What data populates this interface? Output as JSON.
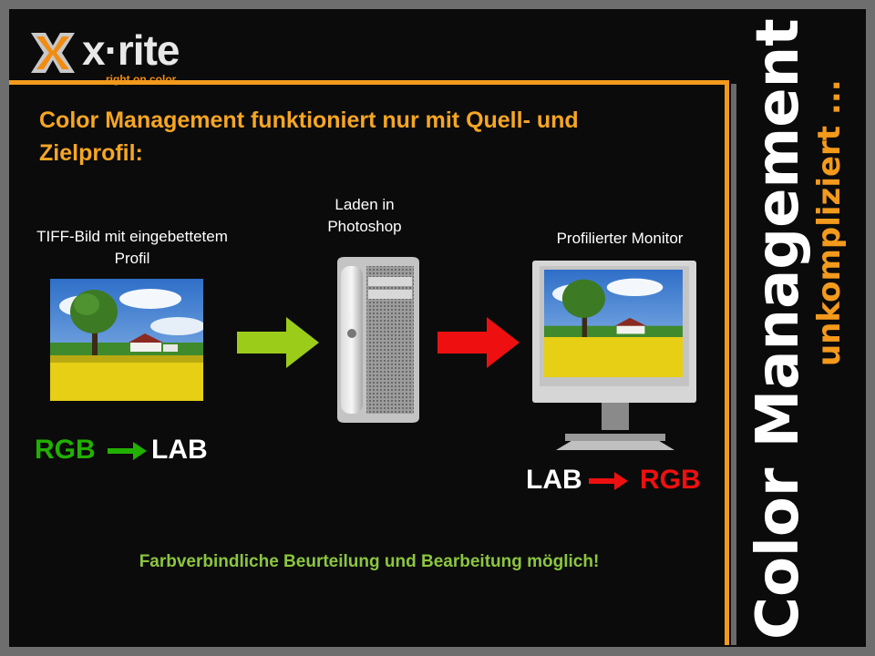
{
  "logo": {
    "word": "x·rite",
    "tagline": "right on color"
  },
  "headline": "Color Management funktioniert nur mit Quell- und Zielprofil:",
  "captions": {
    "source_image": "TIFF-Bild mit eingebettetem Profil",
    "load": "Laden in Photoshop",
    "monitor": "Profilierter Monitor"
  },
  "conversion_1": {
    "from": "RGB",
    "to": "LAB"
  },
  "conversion_2": {
    "from": "LAB",
    "to": "RGB"
  },
  "footer_note": "Farbverbindliche Beurteilung und Bearbeitung möglich!",
  "side_title": "Color Management",
  "side_subtitle": "unkompliziert ...",
  "icons": {
    "logo": "x-rite-logo-icon",
    "arrow_green": "green-arrow-icon",
    "arrow_red": "red-arrow-icon",
    "computer": "tower-computer-icon",
    "monitor": "lcd-monitor-icon"
  },
  "colors": {
    "accent_orange": "#f39a1c",
    "headline": "#f5a623",
    "rgb_green": "#22b000",
    "rgb_red": "#ee1010",
    "footer_green": "#8cc63f",
    "background": "#0b0b0b"
  }
}
